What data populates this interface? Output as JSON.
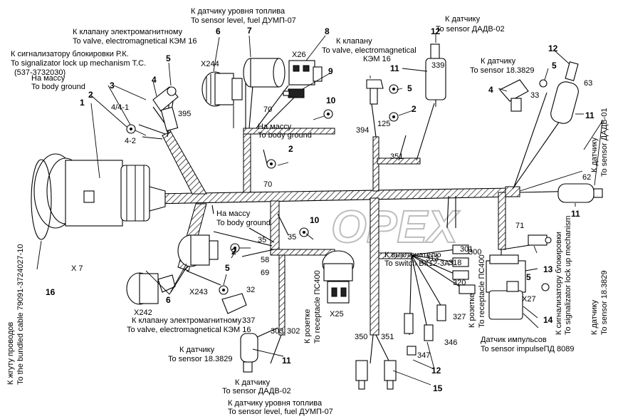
{
  "watermark": "OPEX",
  "labels": {
    "sensor_level_ru_top": "К датчику уровня топлива",
    "sensor_level_en_top": "To sensor level, fuel ДУМП-07",
    "valve_ru_top": "К клапану электромагнитному",
    "valve_en_top": "To valve, electromagnetical КЭМ 16",
    "lock_ru": "К сигнализатору блокировки Р.К.",
    "lock_en": "To signalizator lock up mechanism Т.С.",
    "lock_code": "(537-3732030)",
    "ground_ru_1": "На массу",
    "ground_en_1": "To body ground",
    "valve2_ru": "К клапану",
    "valve2_en_1": "To valve, electromagnetical",
    "valve2_en_2": "КЭМ 16",
    "dadv_ru_top": "К датчику",
    "dadv_en_top": "To sensor ДАДВ-02",
    "s3829_ru_top": "К датчику",
    "s3829_en_top": "To sensor 18.3829",
    "ground_ru_2": "На массу",
    "ground_en_2": "To body ground",
    "ground_ru_3": "На массу",
    "ground_en_3": "To body ground",
    "bundled_ru": "К жгуту проводов",
    "bundled_en": "To the bundled cable 79091-3724027-10",
    "receptacle_ru_r": "К розетке",
    "receptacle_en_r": "To receptacle ПС400",
    "switch_ru": "К выключателю",
    "switch_en": "To switch ВК12-3А",
    "dadv01_ru": "К датчику",
    "dadv01_en": "To sensor ДАДВ-01",
    "s3829_ru_right": "К датчику",
    "s3829_en_right": "To sensor 18.3829",
    "lockmech_ru": "К сигнализатору блокировки",
    "lockmech_en": "To signalizator lock up mechanism",
    "valve_ru_bottom": "К клапану электромагнитному",
    "valve_en_bottom": "To valve, electromagnetical КЭМ 16",
    "s3829_ru_bottom": "К датчику",
    "s3829_en_bottom": "To sensor 18.3829",
    "dadv_ru_bottom": "К датчику",
    "dadv_en_bottom": "To sensor ДАДВ-02",
    "level_ru_bottom": "К датчику уровня топлива",
    "level_en_bottom": "To sensor level, fuel ДУМП-07",
    "receptacle_ru_mid": "К розетке",
    "receptacle_en_mid": "To receptacle ПС400",
    "impulse_ru": "Датчик импульсов",
    "impulse_en": "To sensor impulseПД 8089"
  },
  "connectors": {
    "x244": "X244",
    "x26": "X26",
    "x7": "X 7",
    "x242": "X242",
    "x243": "X243",
    "x25": "X25",
    "x27": "X27"
  },
  "callouts": {
    "c1": "1",
    "c2a": "2",
    "c2b": "2",
    "c2c": "2",
    "c2d": "2",
    "c3": "3",
    "c4a": "4",
    "c4b": "4",
    "c5a": "5",
    "c5b": "5",
    "c5c": "5",
    "c5d": "5",
    "c5e": "5",
    "c6a": "6",
    "c6b": "6",
    "c7": "7",
    "c8": "8",
    "c9": "9",
    "c10a": "10",
    "c10b": "10",
    "c11a": "11",
    "c11b": "11",
    "c11c": "11",
    "c11d": "11",
    "c12a": "12",
    "c12b": "12",
    "c12c": "12",
    "c13": "13",
    "c14": "14",
    "c15": "15",
    "c16": "16"
  },
  "wires": {
    "w4_1": "4/4-1",
    "w4_2": "4-2",
    "w395": "395",
    "w70a": "70",
    "w70b": "70",
    "w339": "339",
    "w33": "33",
    "w63": "63",
    "w62": "62",
    "w394": "394",
    "w125": "125",
    "w351a": "351",
    "w35a": "35",
    "w35b": "35",
    "w58": "58",
    "w69": "69",
    "w32": "32",
    "w337": "337",
    "w303": "303",
    "w302": "302",
    "w301": "301",
    "w300": "300",
    "w71": "71",
    "w313": "313",
    "w318": "318",
    "w320": "320",
    "w327": "327",
    "w346": "346",
    "w347": "347",
    "w350": "350",
    "w351b": "351"
  }
}
